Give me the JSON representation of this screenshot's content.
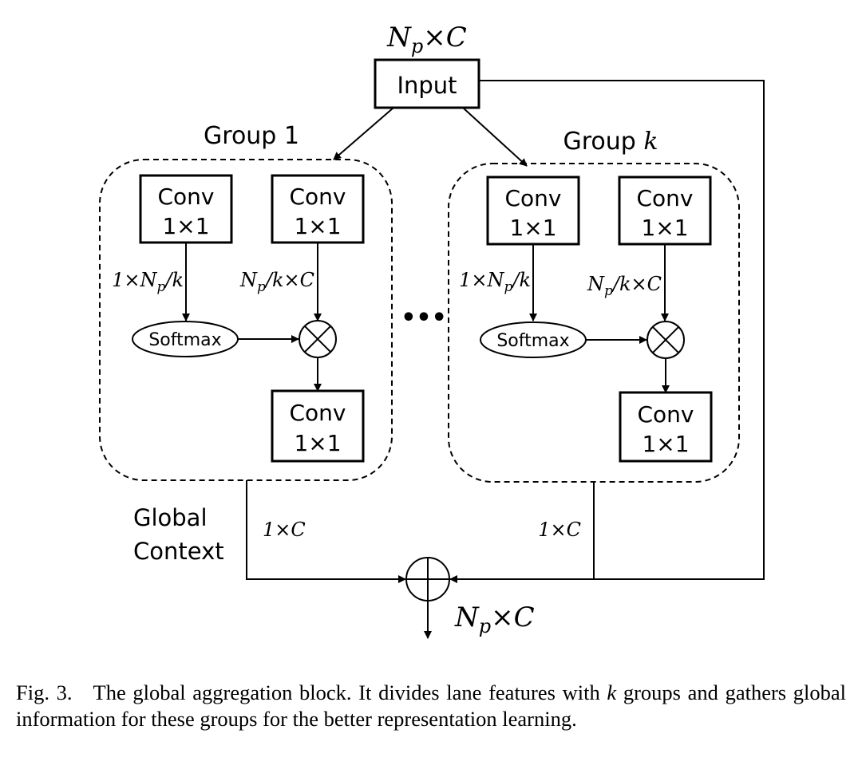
{
  "diagram": {
    "input_shape": {
      "base": "N",
      "sub": "p",
      "rest": "×C"
    },
    "input_label": "Input",
    "groups": [
      {
        "title": "Group 1",
        "conv_label_line1": "Conv",
        "conv_label_line2": "1×1",
        "softmax_label": "Softmax",
        "left_edge_label": {
          "pre": "1×N",
          "sub": "p",
          "post": "/k"
        },
        "right_edge_label": {
          "pre": "N",
          "sub": "p",
          "post": "/k×C"
        }
      },
      {
        "title_prefix": "Group ",
        "title_var": "k",
        "conv_label_line1": "Conv",
        "conv_label_line2": "1×1",
        "softmax_label": "Softmax",
        "left_edge_label": {
          "pre": "1×N",
          "sub": "p",
          "post": "/k"
        },
        "right_edge_label": {
          "pre": "N",
          "sub": "p",
          "post": "/k×C"
        }
      }
    ],
    "ellipsis": "•••",
    "global_context_line1": "Global",
    "global_context_line2": "Context",
    "branch_label_1": "1×C",
    "branch_label_k": "1×C",
    "output_shape": {
      "base": "N",
      "sub": "p",
      "rest": "×C"
    }
  },
  "caption": {
    "fig_label": "Fig. 3.",
    "text_before_var": "The global aggregation block. It divides lane features with ",
    "var": "k",
    "text_after_var": " groups and gathers global information for these groups for the better representation learning."
  }
}
